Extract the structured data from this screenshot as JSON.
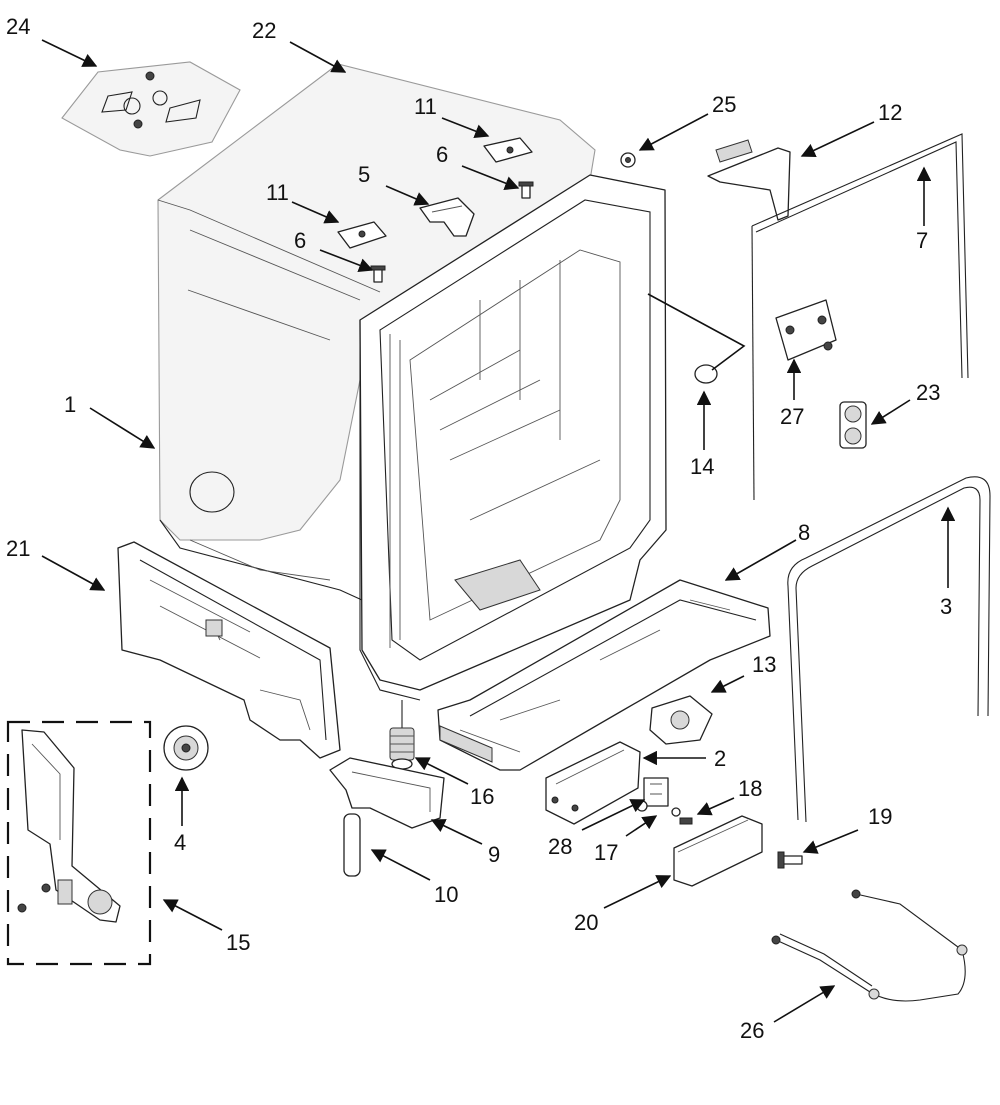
{
  "diagram": {
    "callouts": [
      {
        "id": "c24",
        "label": "24"
      },
      {
        "id": "c22",
        "label": "22"
      },
      {
        "id": "c11a",
        "label": "11"
      },
      {
        "id": "c25",
        "label": "25"
      },
      {
        "id": "c12",
        "label": "12"
      },
      {
        "id": "c6a",
        "label": "6"
      },
      {
        "id": "c5",
        "label": "5"
      },
      {
        "id": "c11b",
        "label": "11"
      },
      {
        "id": "c6b",
        "label": "6"
      },
      {
        "id": "c7",
        "label": "7"
      },
      {
        "id": "c1",
        "label": "1"
      },
      {
        "id": "c27",
        "label": "27"
      },
      {
        "id": "c23",
        "label": "23"
      },
      {
        "id": "c14",
        "label": "14"
      },
      {
        "id": "c21",
        "label": "21"
      },
      {
        "id": "c8",
        "label": "8"
      },
      {
        "id": "c3",
        "label": "3"
      },
      {
        "id": "c13",
        "label": "13"
      },
      {
        "id": "c2",
        "label": "2"
      },
      {
        "id": "c18",
        "label": "18"
      },
      {
        "id": "c4",
        "label": "4"
      },
      {
        "id": "c16",
        "label": "16"
      },
      {
        "id": "c28",
        "label": "28"
      },
      {
        "id": "c17",
        "label": "17"
      },
      {
        "id": "c9",
        "label": "9"
      },
      {
        "id": "c19",
        "label": "19"
      },
      {
        "id": "c10",
        "label": "10"
      },
      {
        "id": "c20",
        "label": "20"
      },
      {
        "id": "c15",
        "label": "15"
      },
      {
        "id": "c26",
        "label": "26"
      }
    ]
  }
}
